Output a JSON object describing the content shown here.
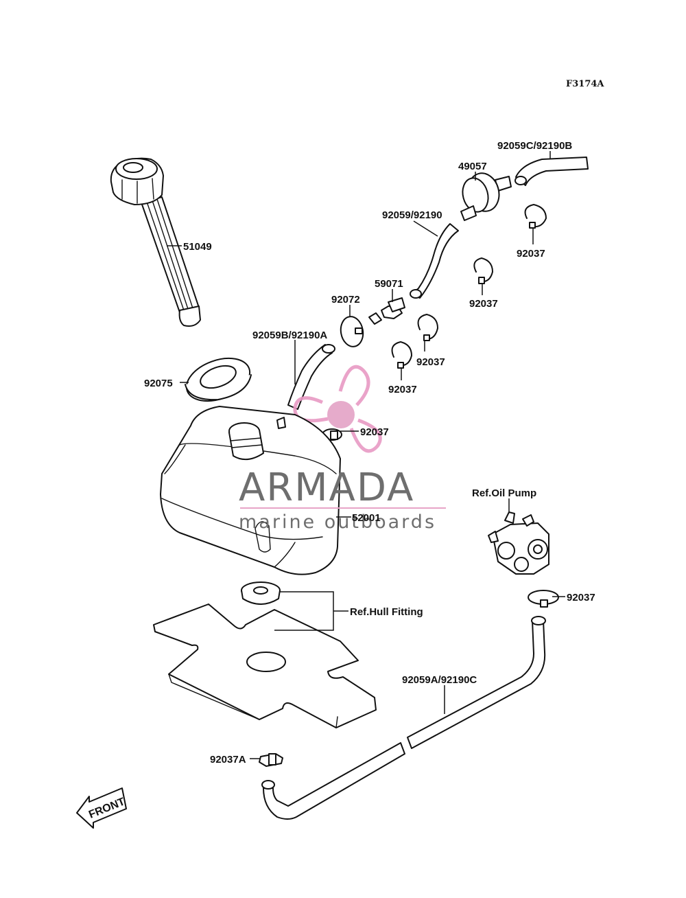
{
  "figure_code": "F3174A",
  "part_labels": {
    "p92059c": "92059C/92190B",
    "p49057": "49057",
    "p92059": "92059/92190",
    "p51049": "51049",
    "p92037_a": "92037",
    "p92037_b": "92037",
    "p59071": "59071",
    "p92072": "92072",
    "p92059b": "92059B/92190A",
    "p92037_c": "92037",
    "p92075": "92075",
    "p92037_d": "92037",
    "p92037_e": "92037",
    "p52001": "52001",
    "ref_oil_pump": "Ref.Oil Pump",
    "p92037_f": "92037",
    "ref_hull_fitting": "Ref.Hull Fitting",
    "p92059a": "92059A/92190C",
    "p92037a": "92037A"
  },
  "front_arrow": "FRONT",
  "watermark": {
    "brand": "ARMADA",
    "tagline": "marine outboards",
    "colors": {
      "logo": "#e89ac4",
      "logo_center": "#e4a3c6",
      "text": "#6e6e6e",
      "rule": "#e7a4c7"
    }
  }
}
